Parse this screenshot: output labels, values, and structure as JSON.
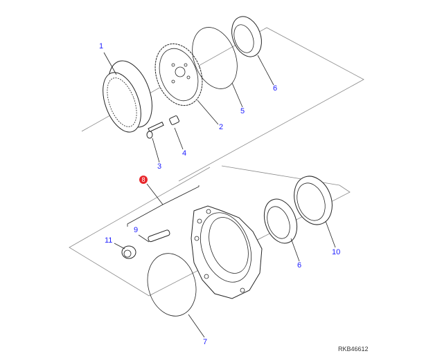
{
  "diagram": {
    "reference": "RKB46612",
    "assembly_badge": {
      "label": "8",
      "color": "#e8262b"
    },
    "callouts": [
      {
        "id": "1",
        "label": "1"
      },
      {
        "id": "2",
        "label": "2"
      },
      {
        "id": "3",
        "label": "3"
      },
      {
        "id": "4",
        "label": "4"
      },
      {
        "id": "5",
        "label": "5"
      },
      {
        "id": "6a",
        "label": "6"
      },
      {
        "id": "9",
        "label": "9"
      },
      {
        "id": "11",
        "label": "11"
      },
      {
        "id": "6b",
        "label": "6"
      },
      {
        "id": "10",
        "label": "10"
      },
      {
        "id": "7",
        "label": "7"
      }
    ],
    "callout_color": "#1a1aff"
  }
}
